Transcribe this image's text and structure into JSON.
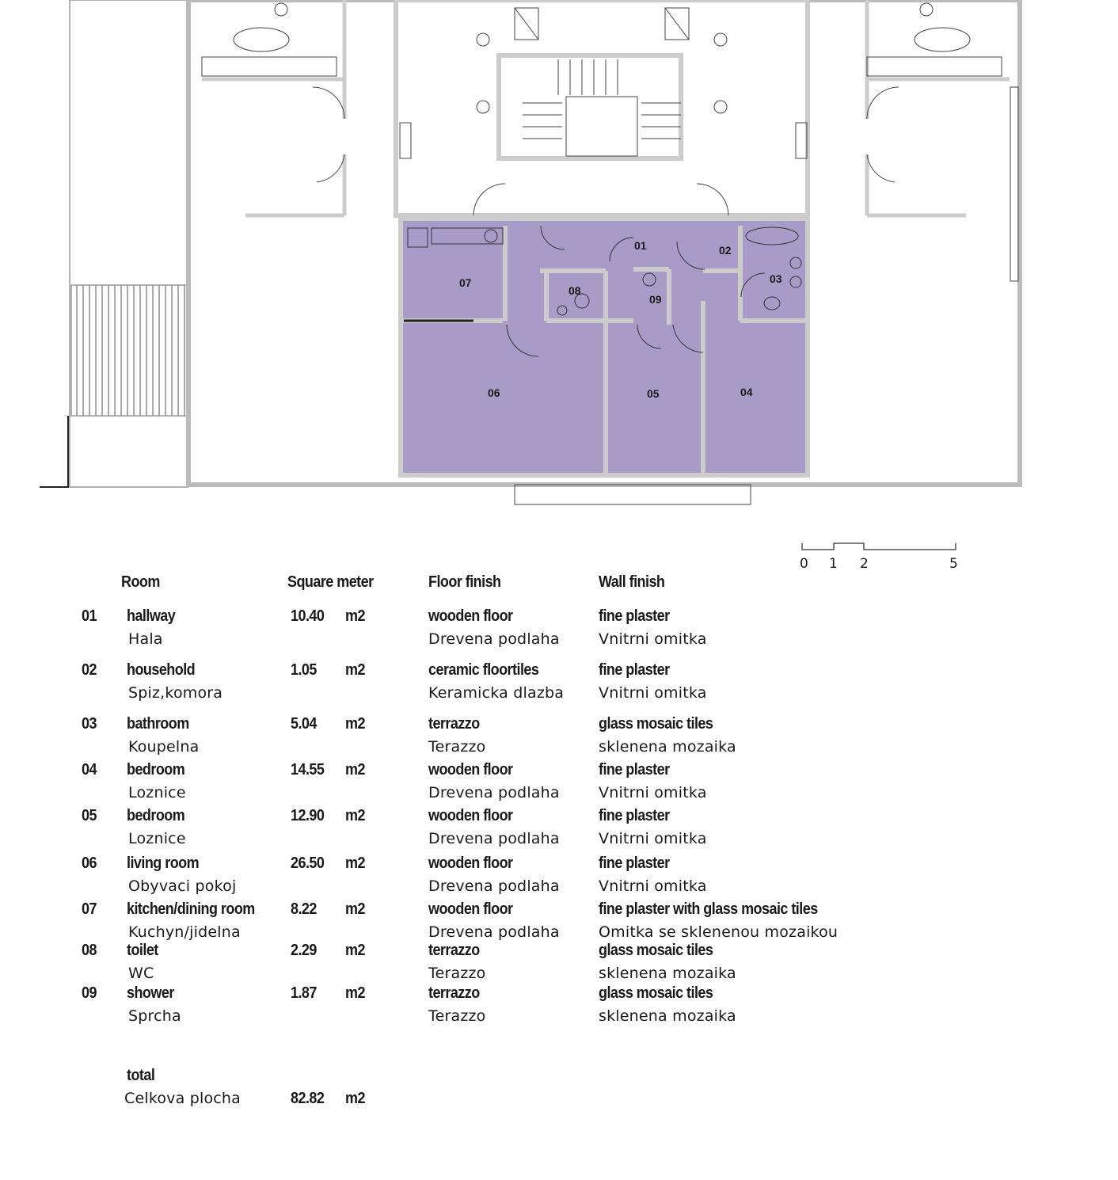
{
  "plan": {
    "highlight_color": "#a99bc8",
    "room_labels": [
      "01",
      "02",
      "03",
      "04",
      "05",
      "06",
      "07",
      "08",
      "09"
    ]
  },
  "scale_bar": {
    "ticks": [
      "0",
      "1",
      "2",
      "5"
    ]
  },
  "table": {
    "headers": {
      "room": "Room",
      "area": "Square meter",
      "floor": "Floor finish",
      "wall": "Wall finish"
    },
    "rows": [
      {
        "no": "01",
        "name": "hallway",
        "name_cz": "Hala",
        "area": "10.40",
        "unit": "m2",
        "floor": "wooden floor",
        "floor_cz": "Drevena podlaha",
        "wall": "fine plaster",
        "wall_cz": "Vnitrni omitka"
      },
      {
        "no": "02",
        "name": "household",
        "name_cz": "Spiz,komora",
        "area": "1.05",
        "unit": "m2",
        "floor": "ceramic floortiles",
        "floor_cz": "Keramicka dlazba",
        "wall": "fine plaster",
        "wall_cz": "Vnitrni omitka"
      },
      {
        "no": "03",
        "name": "bathroom",
        "name_cz": "Koupelna",
        "area": "5.04",
        "unit": "m2",
        "floor": "terrazzo",
        "floor_cz": "Terazzo",
        "wall": "glass mosaic tiles",
        "wall_cz": "sklenena mozaika"
      },
      {
        "no": "04",
        "name": "bedroom",
        "name_cz": "Loznice",
        "area": "14.55",
        "unit": "m2",
        "floor": "wooden floor",
        "floor_cz": "Drevena podlaha",
        "wall": "fine plaster",
        "wall_cz": "Vnitrni omitka"
      },
      {
        "no": "05",
        "name": "bedroom",
        "name_cz": "Loznice",
        "area": "12.90",
        "unit": "m2",
        "floor": "wooden floor",
        "floor_cz": "Drevena podlaha",
        "wall": "fine plaster",
        "wall_cz": "Vnitrni omitka"
      },
      {
        "no": "06",
        "name": "living room",
        "name_cz": "Obyvaci pokoj",
        "area": "26.50",
        "unit": "m2",
        "floor": "wooden floor",
        "floor_cz": "Drevena podlaha",
        "wall": "fine plaster",
        "wall_cz": "Vnitrni omitka"
      },
      {
        "no": "07",
        "name": "kitchen/dining room",
        "name_cz": "Kuchyn/jidelna",
        "area": "8.22",
        "unit": "m2",
        "floor": "wooden floor",
        "floor_cz": "Drevena podlaha",
        "wall": "fine plaster with glass mosaic tiles",
        "wall_cz": "Omitka se sklenenou mozaikou"
      },
      {
        "no": "08",
        "name": "toilet",
        "name_cz": "WC",
        "area": "2.29",
        "unit": "m2",
        "floor": "terrazzo",
        "floor_cz": "Terazzo",
        "wall": "glass mosaic tiles",
        "wall_cz": "sklenena mozaika"
      },
      {
        "no": "09",
        "name": "shower",
        "name_cz": "Sprcha",
        "area": "1.87",
        "unit": "m2",
        "floor": "terrazzo",
        "floor_cz": "Terazzo",
        "wall": "glass mosaic tiles",
        "wall_cz": "sklenena mozaika"
      }
    ],
    "total": {
      "label": "total",
      "label_cz": "Celkova plocha",
      "area": "82.82",
      "unit": "m2"
    }
  }
}
